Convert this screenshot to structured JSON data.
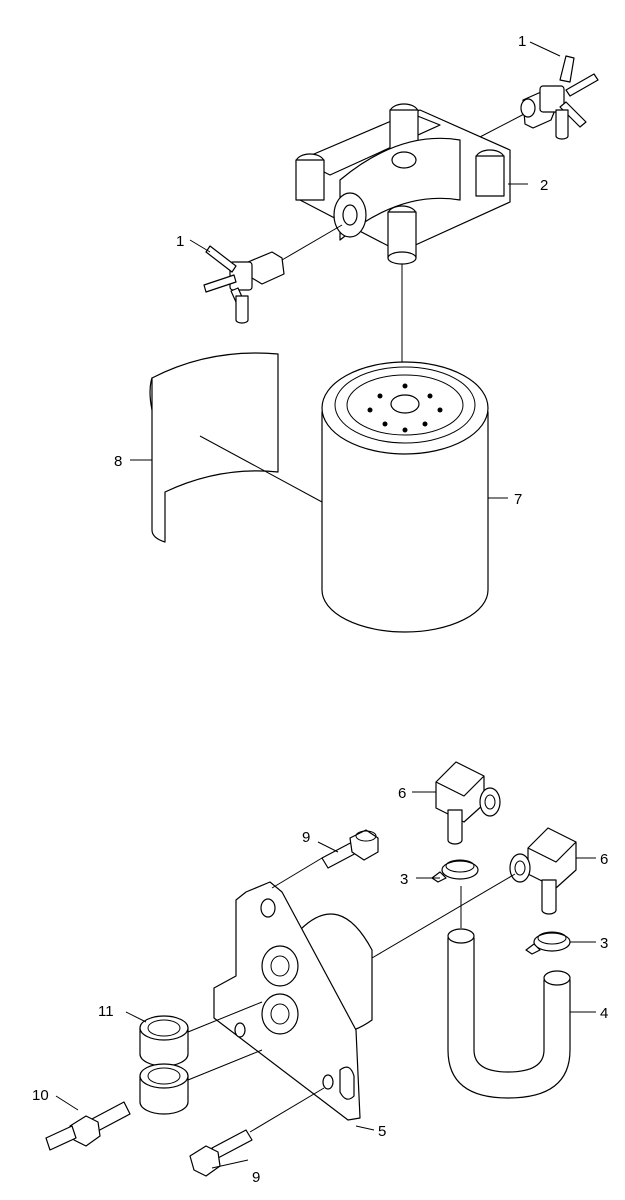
{
  "diagram": {
    "callouts": [
      {
        "id": "c1a",
        "text": "1"
      },
      {
        "id": "c1b",
        "text": "1"
      },
      {
        "id": "c2",
        "text": "2"
      },
      {
        "id": "c7",
        "text": "7"
      },
      {
        "id": "c8",
        "text": "8"
      },
      {
        "id": "c6a",
        "text": "6"
      },
      {
        "id": "c6b",
        "text": "6"
      },
      {
        "id": "c9a",
        "text": "9"
      },
      {
        "id": "c9b",
        "text": "9"
      },
      {
        "id": "c3a",
        "text": "3"
      },
      {
        "id": "c3b",
        "text": "3"
      },
      {
        "id": "c4",
        "text": "4"
      },
      {
        "id": "c11",
        "text": "11"
      },
      {
        "id": "c10",
        "text": "10"
      },
      {
        "id": "c5",
        "text": "5"
      }
    ]
  }
}
